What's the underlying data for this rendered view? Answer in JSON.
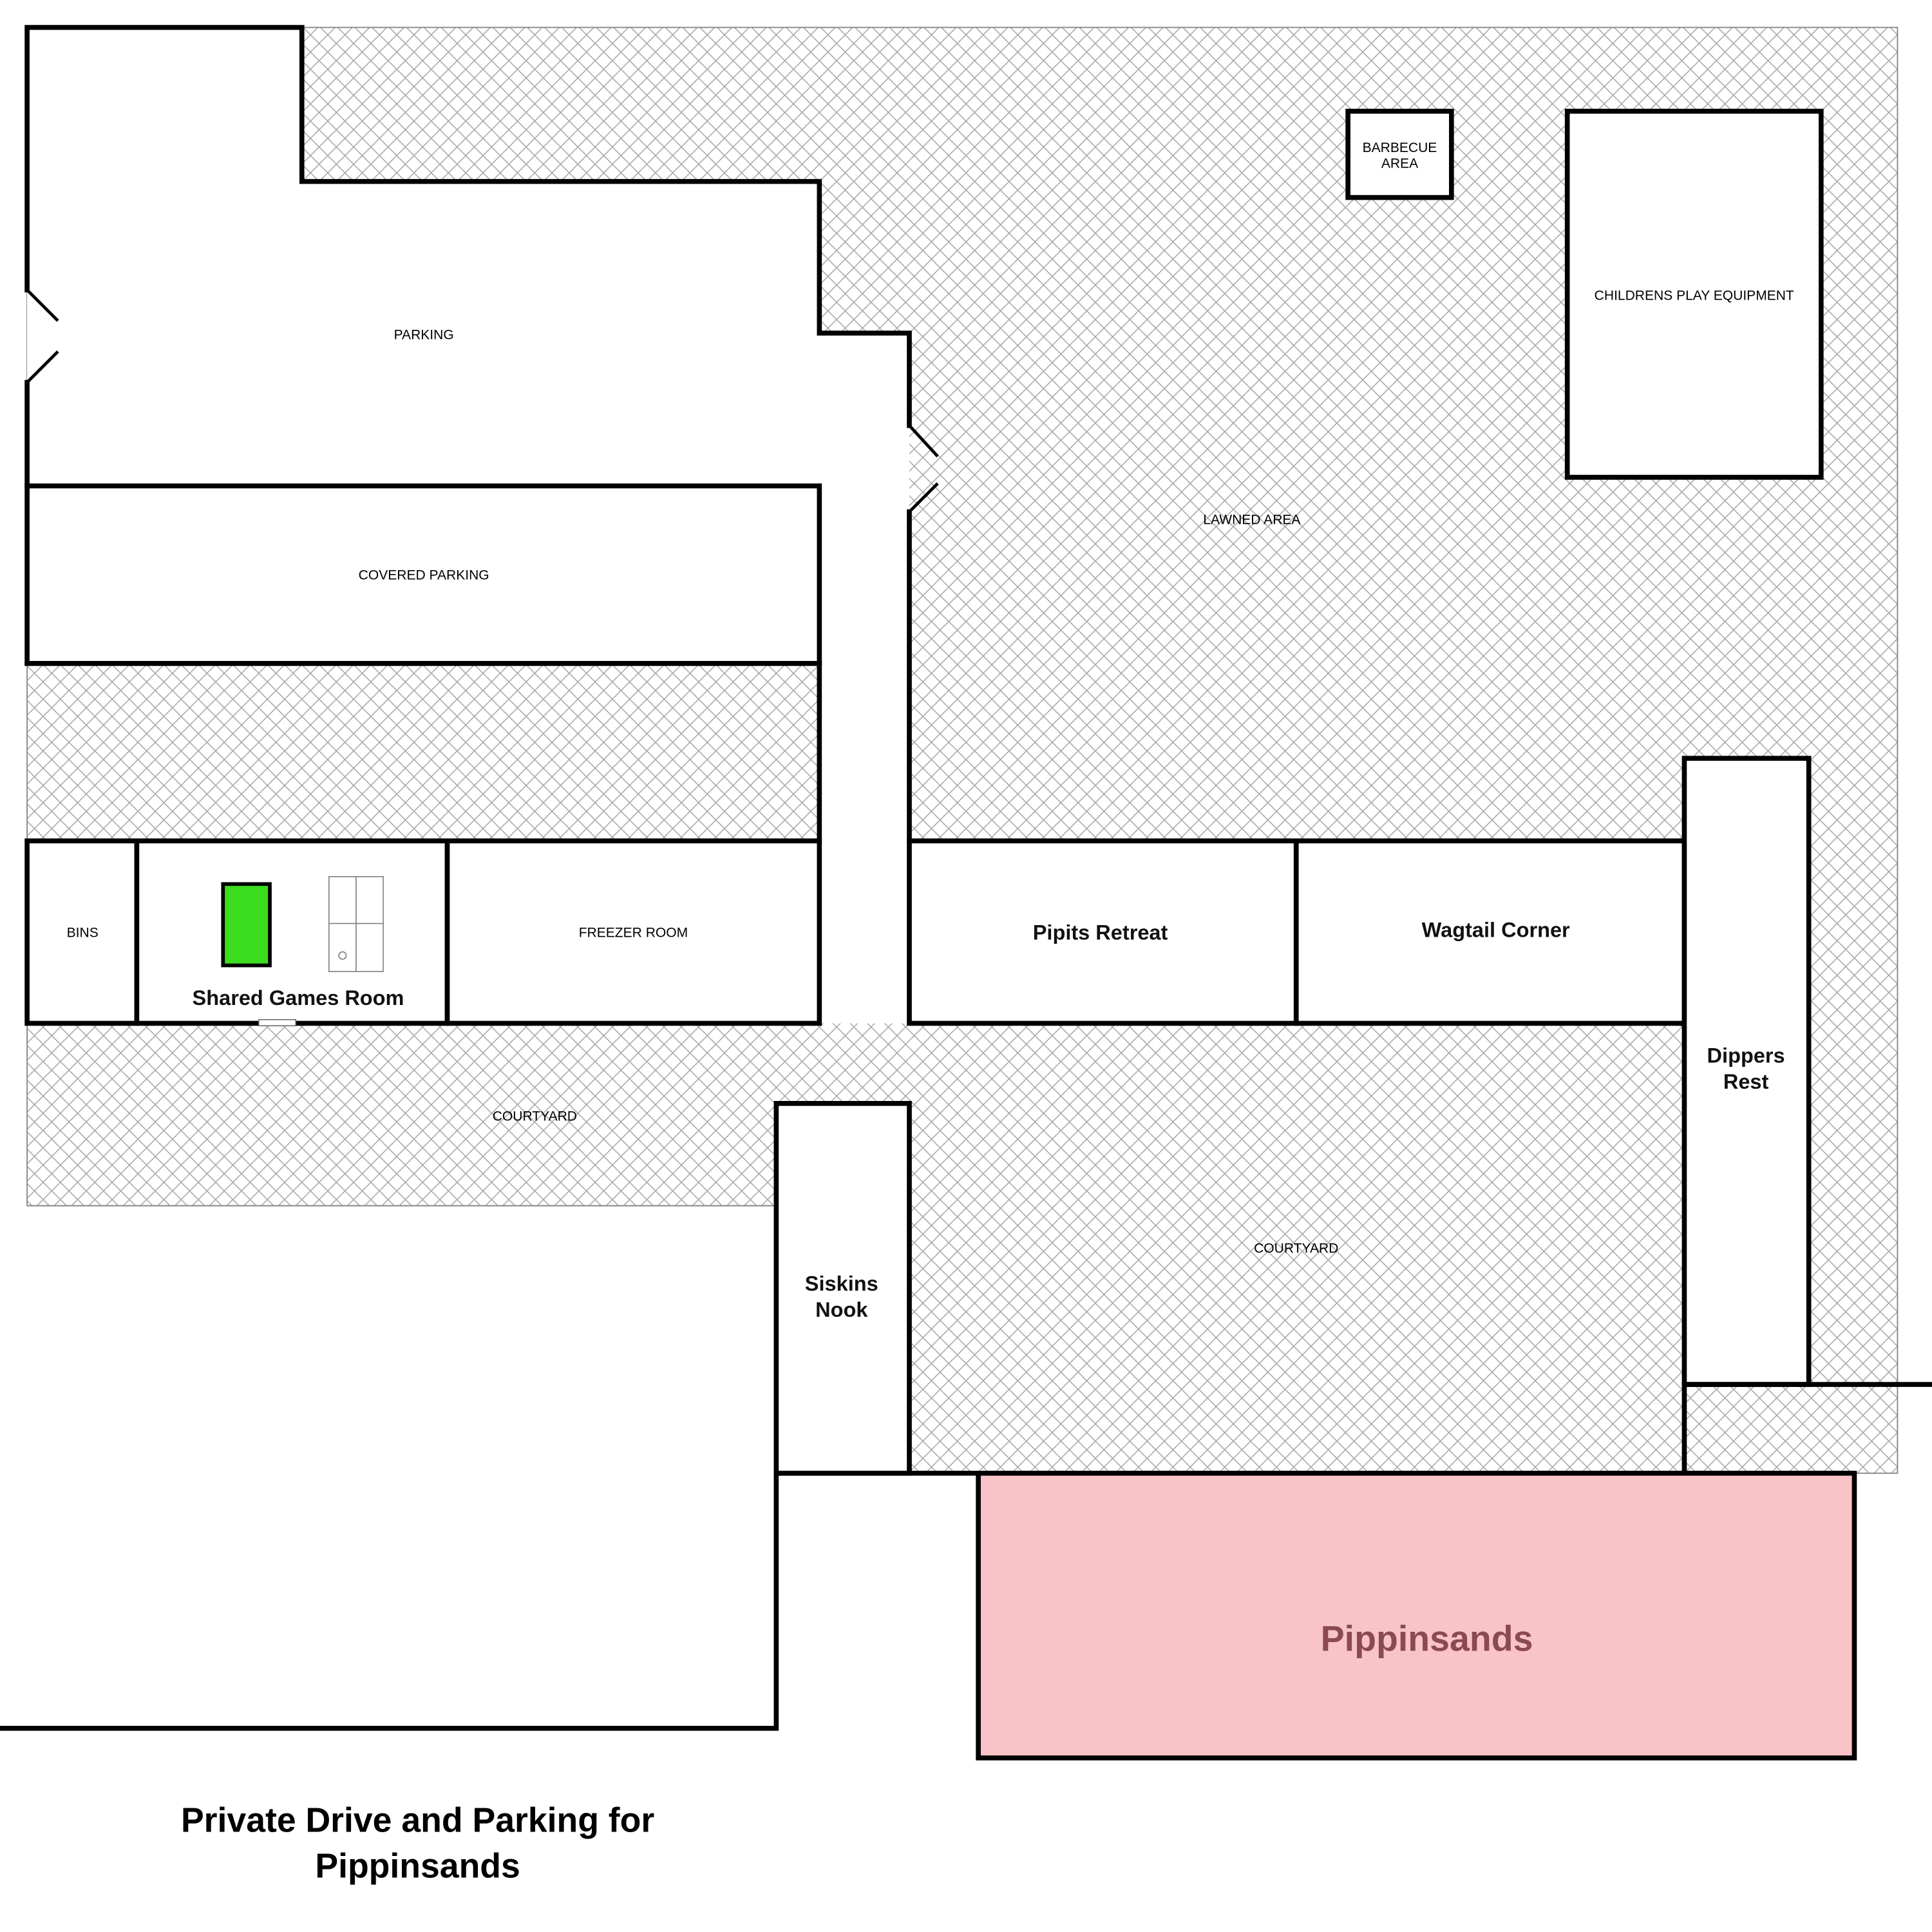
{
  "plan": {
    "labels": {
      "parking": "PARKING",
      "covered_parking": "COVERED PARKING",
      "lawned_area": "LAWNED AREA",
      "barbecue_line1": "BARBECUE",
      "barbecue_line2": "AREA",
      "childrens_play": "CHILDRENS PLAY EQUIPMENT",
      "bins": "BINS",
      "shared_games_room": "Shared Games Room",
      "freezer_room": "FREEZER ROOM",
      "pipits_retreat": "Pipits Retreat",
      "wagtail_corner": "Wagtail Corner",
      "dippers_line1": "Dippers",
      "dippers_line2": "Rest",
      "siskins_line1": "Siskins",
      "siskins_line2": "Nook",
      "courtyard_west": "COURTYARD",
      "courtyard_east": "COURTYARD",
      "pippinsands": "Pippinsands"
    },
    "title_line1": "Private Drive and Parking for",
    "title_line2": "Pippinsands",
    "colors": {
      "pippinsands_fill": "#f9c4c7",
      "pippinsands_text": "#8b4a52",
      "pool_table": "#3cdc1e",
      "hatch": "#9a9a9a"
    }
  }
}
